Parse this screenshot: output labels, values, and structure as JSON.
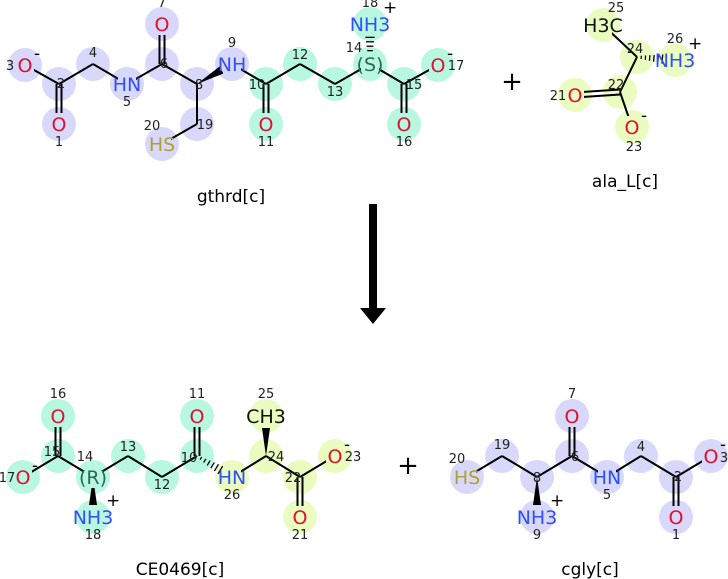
{
  "reaction": {
    "colors": {
      "group_a": "#d8d8fb",
      "group_b": "#b8f8e0",
      "group_c": "#eafcc0",
      "O": "#e0102f",
      "N": "#3050f8",
      "S": "#b0a030",
      "bond": "#000000"
    },
    "plus_symbol": "+",
    "molecules": [
      {
        "id": "gthrd",
        "name": "gthrd[c]",
        "atoms": [
          {
            "n": "1",
            "label": "O",
            "el": "O",
            "g": "a"
          },
          {
            "n": "2",
            "label": "",
            "g": "a"
          },
          {
            "n": "3",
            "label": "O",
            "el": "O",
            "charge": "-",
            "g": "a"
          },
          {
            "n": "4",
            "label": "",
            "g": "a"
          },
          {
            "n": "5",
            "label": "HN",
            "el": "N",
            "g": "a"
          },
          {
            "n": "6",
            "label": "",
            "g": "a"
          },
          {
            "n": "7",
            "label": "O",
            "el": "O",
            "g": "a"
          },
          {
            "n": "8",
            "label": "",
            "g": "a"
          },
          {
            "n": "9",
            "label": "NH",
            "el": "N",
            "g": "a"
          },
          {
            "n": "10",
            "label": "",
            "g": "b"
          },
          {
            "n": "11",
            "label": "O",
            "el": "O",
            "g": "b"
          },
          {
            "n": "12",
            "label": "",
            "g": "b"
          },
          {
            "n": "13",
            "label": "",
            "g": "b"
          },
          {
            "n": "14",
            "label": "(S)",
            "g": "b"
          },
          {
            "n": "15",
            "label": "",
            "g": "b"
          },
          {
            "n": "16",
            "label": "O",
            "el": "O",
            "g": "b"
          },
          {
            "n": "17",
            "label": "O",
            "el": "O",
            "charge": "-",
            "g": "b"
          },
          {
            "n": "18",
            "label": "NH3",
            "el": "N",
            "charge": "+",
            "g": "b"
          },
          {
            "n": "19",
            "label": "",
            "g": "a"
          },
          {
            "n": "20",
            "label": "HS",
            "el": "S",
            "g": "a"
          }
        ]
      },
      {
        "id": "ala_L",
        "name": "ala_L[c]",
        "atoms": [
          {
            "n": "21",
            "label": "O",
            "el": "O",
            "g": "c"
          },
          {
            "n": "22",
            "label": "",
            "g": "c"
          },
          {
            "n": "23",
            "label": "O",
            "el": "O",
            "charge": "-",
            "g": "c"
          },
          {
            "n": "24",
            "label": "",
            "g": "c"
          },
          {
            "n": "25",
            "label": "H3C",
            "g": "c"
          },
          {
            "n": "26",
            "label": "NH3",
            "el": "N",
            "charge": "+",
            "g": "c"
          }
        ]
      },
      {
        "id": "CE0469",
        "name": "CE0469[c]",
        "atoms": [
          {
            "n": "10",
            "label": "",
            "g": "b"
          },
          {
            "n": "11",
            "label": "O",
            "el": "O",
            "g": "b"
          },
          {
            "n": "12",
            "label": "",
            "g": "b"
          },
          {
            "n": "13",
            "label": "",
            "g": "b"
          },
          {
            "n": "14",
            "label": "(R)",
            "g": "b"
          },
          {
            "n": "15",
            "label": "",
            "g": "b"
          },
          {
            "n": "16",
            "label": "O",
            "el": "O",
            "g": "b"
          },
          {
            "n": "17",
            "label": "O",
            "el": "O",
            "charge": "-",
            "g": "b"
          },
          {
            "n": "18",
            "label": "NH3",
            "el": "N",
            "charge": "+",
            "g": "b"
          },
          {
            "n": "21",
            "label": "O",
            "el": "O",
            "g": "c"
          },
          {
            "n": "22",
            "label": "",
            "g": "c"
          },
          {
            "n": "23",
            "label": "O",
            "el": "O",
            "charge": "-",
            "g": "c"
          },
          {
            "n": "24",
            "label": "",
            "g": "c"
          },
          {
            "n": "25",
            "label": "CH3",
            "g": "c"
          },
          {
            "n": "26",
            "label": "HN",
            "el": "N",
            "g": "c"
          }
        ]
      },
      {
        "id": "cgly",
        "name": "cgly[c]",
        "atoms": [
          {
            "n": "1",
            "label": "O",
            "el": "O",
            "g": "a"
          },
          {
            "n": "2",
            "label": "",
            "g": "a"
          },
          {
            "n": "3",
            "label": "O",
            "el": "O",
            "charge": "-",
            "g": "a"
          },
          {
            "n": "4",
            "label": "",
            "g": "a"
          },
          {
            "n": "5",
            "label": "HN",
            "el": "N",
            "g": "a"
          },
          {
            "n": "6",
            "label": "",
            "g": "a"
          },
          {
            "n": "7",
            "label": "O",
            "el": "O",
            "g": "a"
          },
          {
            "n": "8",
            "label": "",
            "g": "a"
          },
          {
            "n": "9",
            "label": "NH3",
            "el": "N",
            "charge": "+",
            "g": "a"
          },
          {
            "n": "19",
            "label": "",
            "g": "a"
          },
          {
            "n": "20",
            "label": "HS",
            "el": "S",
            "g": "a"
          }
        ]
      }
    ]
  }
}
